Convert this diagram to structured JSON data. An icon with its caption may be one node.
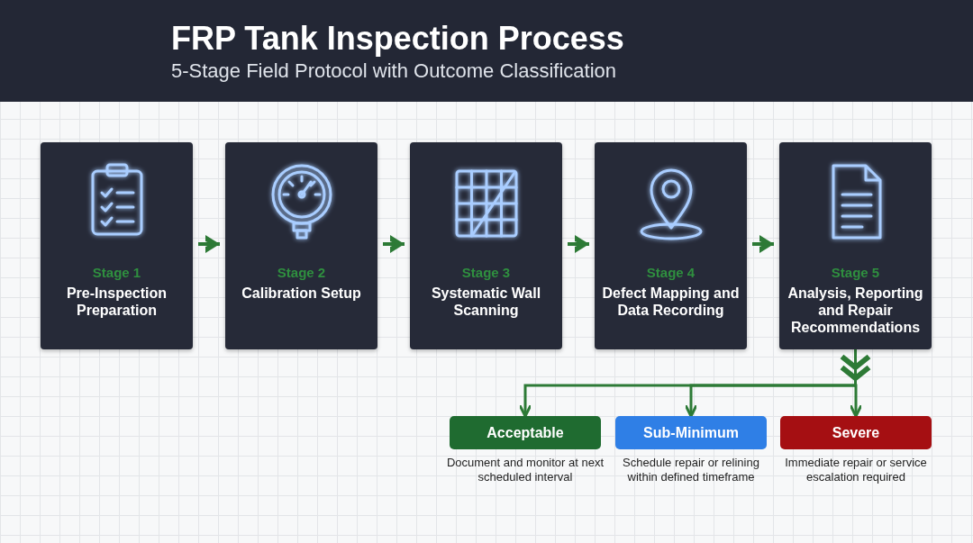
{
  "diagram": {
    "title": "FRP Tank Inspection Process",
    "caption": "5-Stage Field Protocol with Outcome Classification",
    "nodes": [
      {
        "text": [
          "Stage 1",
          "Pre-Inspection Preparation"
        ]
      },
      {
        "text": [
          "Stage 2",
          "Calibration Setup"
        ]
      },
      {
        "text": [
          "Stage 3",
          "Systematic Wall Scanning"
        ]
      },
      {
        "text": [
          "Stage 4",
          "Defect Mapping and Data Recording"
        ]
      },
      {
        "text": [
          "Stage 5",
          "Analysis, Reporting and Repair Recommendations"
        ]
      },
      {
        "text": [
          "Acceptable"
        ],
        "beside": [
          "Document and monitor at next scheduled interval"
        ]
      },
      {
        "text": [
          "Sub-Minimum"
        ],
        "beside": [
          "Schedule repair or relining within defined timeframe"
        ]
      },
      {
        "text": [
          "Severe"
        ],
        "beside": [
          "Immediate repair or service escalation required"
        ]
      }
    ],
    "edges": [
      {
        "from": 0,
        "to": 1,
        "arrow": "to"
      },
      {
        "from": 1,
        "to": 2,
        "arrow": "to"
      },
      {
        "from": 2,
        "to": 3,
        "arrow": "to"
      },
      {
        "from": 3,
        "to": 4,
        "arrow": "to"
      },
      {
        "from": 4,
        "to": 5,
        "arrow": "to"
      },
      {
        "from": 4,
        "to": 6,
        "arrow": "to"
      },
      {
        "from": 4,
        "to": 7,
        "arrow": "to"
      }
    ]
  }
}
